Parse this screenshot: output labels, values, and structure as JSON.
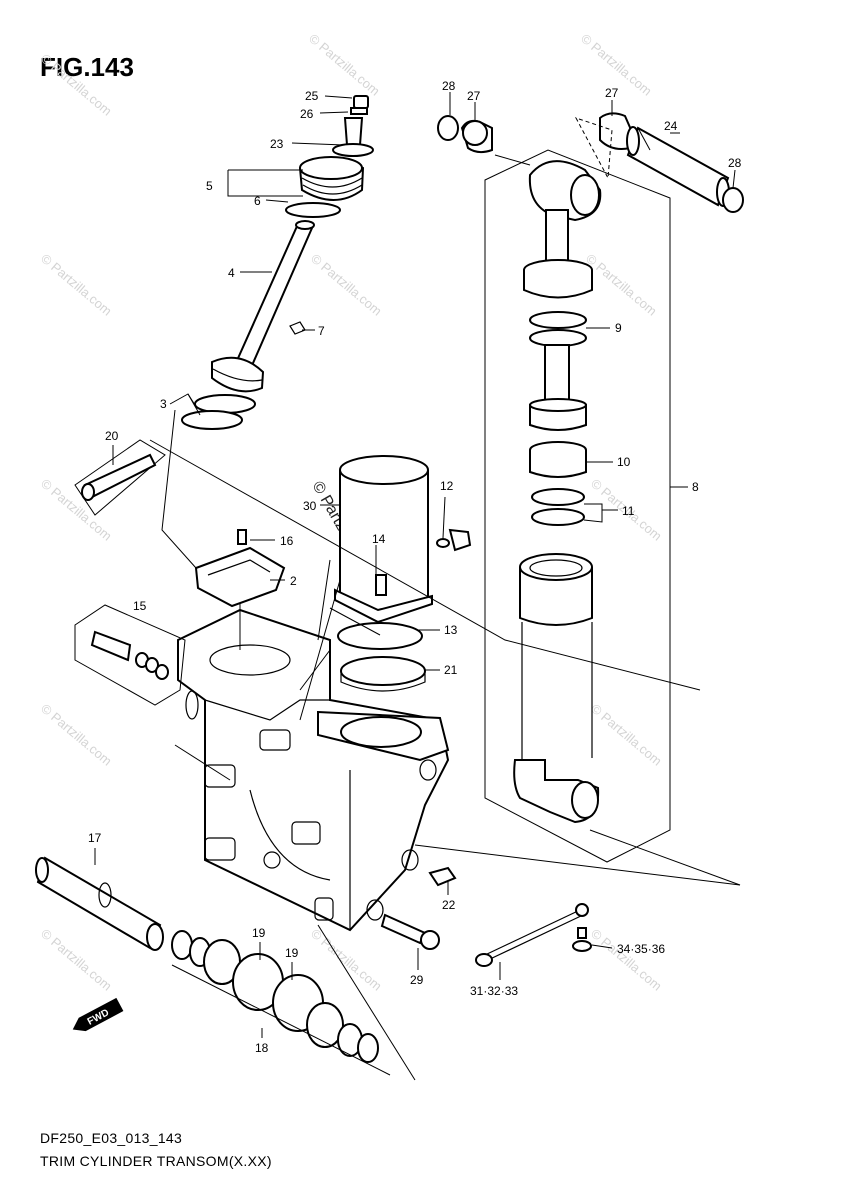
{
  "figure": {
    "title": "FIG.143",
    "code": "DF250_E03_013_143",
    "name": "TRIM CYLINDER TRANSOM(X.XX)"
  },
  "watermark": {
    "text": "© Partzilla.com"
  },
  "callouts": [
    {
      "id": "c25",
      "label": "25"
    },
    {
      "id": "c26",
      "label": "26"
    },
    {
      "id": "c23",
      "label": "23"
    },
    {
      "id": "c5",
      "label": "5"
    },
    {
      "id": "c6",
      "label": "6"
    },
    {
      "id": "c4",
      "label": "4"
    },
    {
      "id": "c7",
      "label": "7"
    },
    {
      "id": "c3",
      "label": "3"
    },
    {
      "id": "c20",
      "label": "20"
    },
    {
      "id": "c16",
      "label": "16"
    },
    {
      "id": "c2",
      "label": "2"
    },
    {
      "id": "c15",
      "label": "15"
    },
    {
      "id": "c30",
      "label": "30"
    },
    {
      "id": "c14",
      "label": "14"
    },
    {
      "id": "c12",
      "label": "12"
    },
    {
      "id": "c13",
      "label": "13"
    },
    {
      "id": "c21",
      "label": "21"
    },
    {
      "id": "c28a",
      "label": "28"
    },
    {
      "id": "c27a",
      "label": "27"
    },
    {
      "id": "c27b",
      "label": "27"
    },
    {
      "id": "c24",
      "label": "24"
    },
    {
      "id": "c28b",
      "label": "28"
    },
    {
      "id": "c9",
      "label": "9"
    },
    {
      "id": "c10",
      "label": "10"
    },
    {
      "id": "c11",
      "label": "11"
    },
    {
      "id": "c8",
      "label": "8"
    },
    {
      "id": "c17",
      "label": "17"
    },
    {
      "id": "c19a",
      "label": "19"
    },
    {
      "id": "c19b",
      "label": "19"
    },
    {
      "id": "c18",
      "label": "18"
    },
    {
      "id": "c22",
      "label": "22"
    },
    {
      "id": "c29",
      "label": "29"
    },
    {
      "id": "c31",
      "label": "31·32·33"
    },
    {
      "id": "c34",
      "label": "34·35·36"
    }
  ],
  "direction_badge": "FWD"
}
